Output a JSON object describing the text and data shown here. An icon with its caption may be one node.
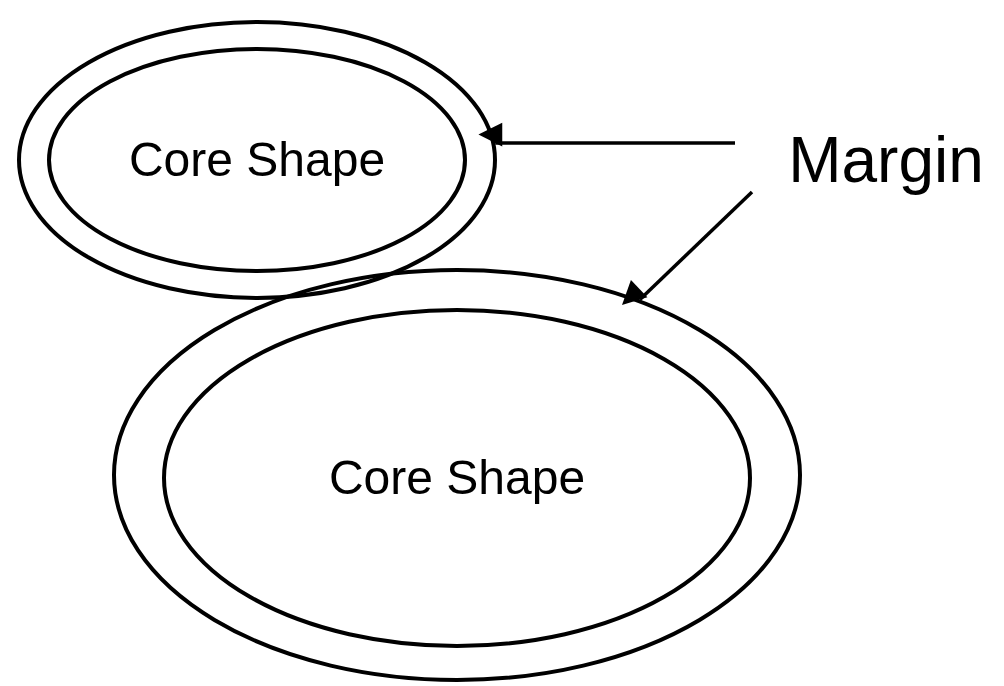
{
  "diagram": {
    "nodes": [
      {
        "text": [],
        "shape": "circle"
      },
      {
        "text": [
          "Core Shape"
        ],
        "in": 0
      },
      {
        "text": [
          "Margin"
        ]
      },
      {
        "text": [],
        "shape": "circle"
      },
      {
        "text": [
          "Core Shape"
        ],
        "in": 3
      }
    ],
    "edges": [
      {
        "from": 2,
        "to": 0,
        "arrow": "to"
      },
      {
        "from": 2,
        "to": 3,
        "arrow": "to"
      }
    ]
  }
}
